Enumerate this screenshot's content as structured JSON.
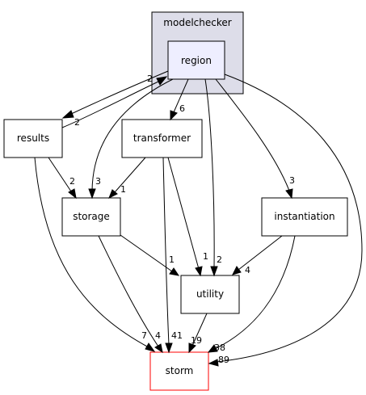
{
  "cluster": {
    "label": "modelchecker",
    "fill": "#dddde9",
    "stroke": "#000000"
  },
  "nodes": {
    "region": {
      "label": "region",
      "fill": "#eeeeff",
      "stroke": "#000000"
    },
    "results": {
      "label": "results"
    },
    "transformer": {
      "label": "transformer"
    },
    "storage": {
      "label": "storage"
    },
    "instantiation": {
      "label": "instantiation"
    },
    "utility": {
      "label": "utility"
    },
    "storm": {
      "label": "storm",
      "stroke": "#ff0000"
    }
  },
  "edges": {
    "region_results": {
      "from": "region",
      "to": "results",
      "count": "2"
    },
    "results_region": {
      "from": "results",
      "to": "region",
      "count": "2"
    },
    "region_transformer": {
      "from": "region",
      "to": "transformer",
      "count": "6"
    },
    "region_storage": {
      "from": "region",
      "to": "storage",
      "count": "3"
    },
    "region_instantiation": {
      "from": "region",
      "to": "instantiation",
      "count": "3"
    },
    "region_utility": {
      "from": "region",
      "to": "utility",
      "count": "2"
    },
    "region_storm": {
      "from": "region",
      "to": "storm",
      "count": "89"
    },
    "results_storage": {
      "from": "results",
      "to": "storage",
      "count": "2"
    },
    "results_storm": {
      "from": "results",
      "to": "storm",
      "count": "7"
    },
    "transformer_storage": {
      "from": "transformer",
      "to": "storage",
      "count": "1"
    },
    "transformer_utility": {
      "from": "transformer",
      "to": "utility",
      "count": "1"
    },
    "transformer_storm": {
      "from": "transformer",
      "to": "storm",
      "count": "41"
    },
    "storage_utility": {
      "from": "storage",
      "to": "utility",
      "count": "1"
    },
    "storage_storm": {
      "from": "storage",
      "to": "storm",
      "count": "4"
    },
    "instantiation_utility": {
      "from": "instantiation",
      "to": "utility",
      "count": "4"
    },
    "instantiation_storm": {
      "from": "instantiation",
      "to": "storm",
      "count": "38"
    },
    "utility_storm": {
      "from": "utility",
      "to": "storm",
      "count": "19"
    }
  }
}
